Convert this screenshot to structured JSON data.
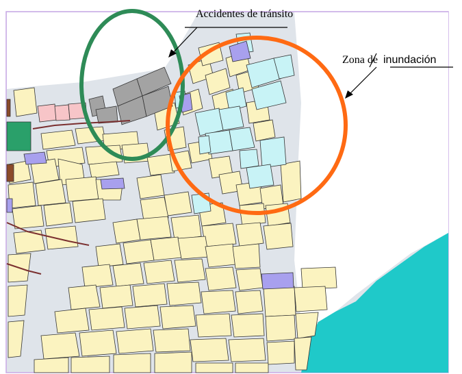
{
  "annotations": {
    "traffic_accidents": "Accidentes de tránsito",
    "flood_zone_prefix": "Zona de",
    "flood_zone_suffix": "inundación"
  },
  "colors": {
    "parcel": "#fbf3c0",
    "flood_parcel": "#c8f3f6",
    "accident_parcel": "#a3a3a3",
    "institutional": "#a8a0ee",
    "park": "#2aa06a",
    "pink_block": "#f7c5c8",
    "brown_block": "#8b4a2a",
    "water": "#1fc9c9",
    "street": "#dfe4ea",
    "frame": "#c9a8e6",
    "accident_circle": "#2e8b57",
    "flood_circle": "#ff6a13"
  }
}
